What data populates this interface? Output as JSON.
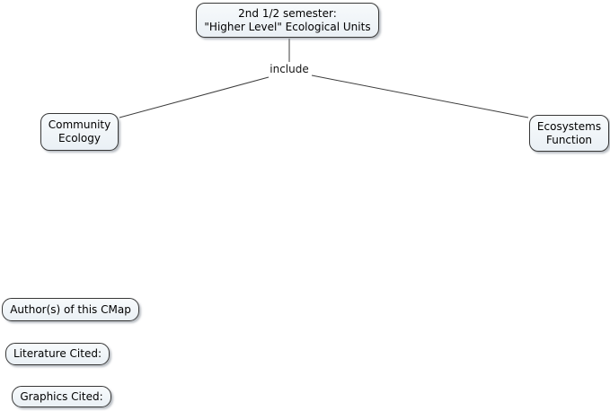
{
  "map": {
    "nodes": {
      "semester": {
        "label": "2nd 1/2 semester:\n\"Higher Level\" Ecological Units"
      },
      "community": {
        "label": "Community\nEcology"
      },
      "ecosystems": {
        "label": "Ecosystems\nFunction"
      },
      "authors": {
        "label": "Author(s) of this CMap"
      },
      "literature": {
        "label": "Literature Cited:"
      },
      "graphics": {
        "label": "Graphics Cited:"
      }
    },
    "link": {
      "label": "include"
    },
    "colors": {
      "canvas_background": "#ffffff",
      "node_fill_top": "#f7fafc",
      "node_fill_bottom": "#eaf0f5",
      "node_border": "#383838",
      "line": "#3d3d3d",
      "text": "#000000"
    }
  }
}
